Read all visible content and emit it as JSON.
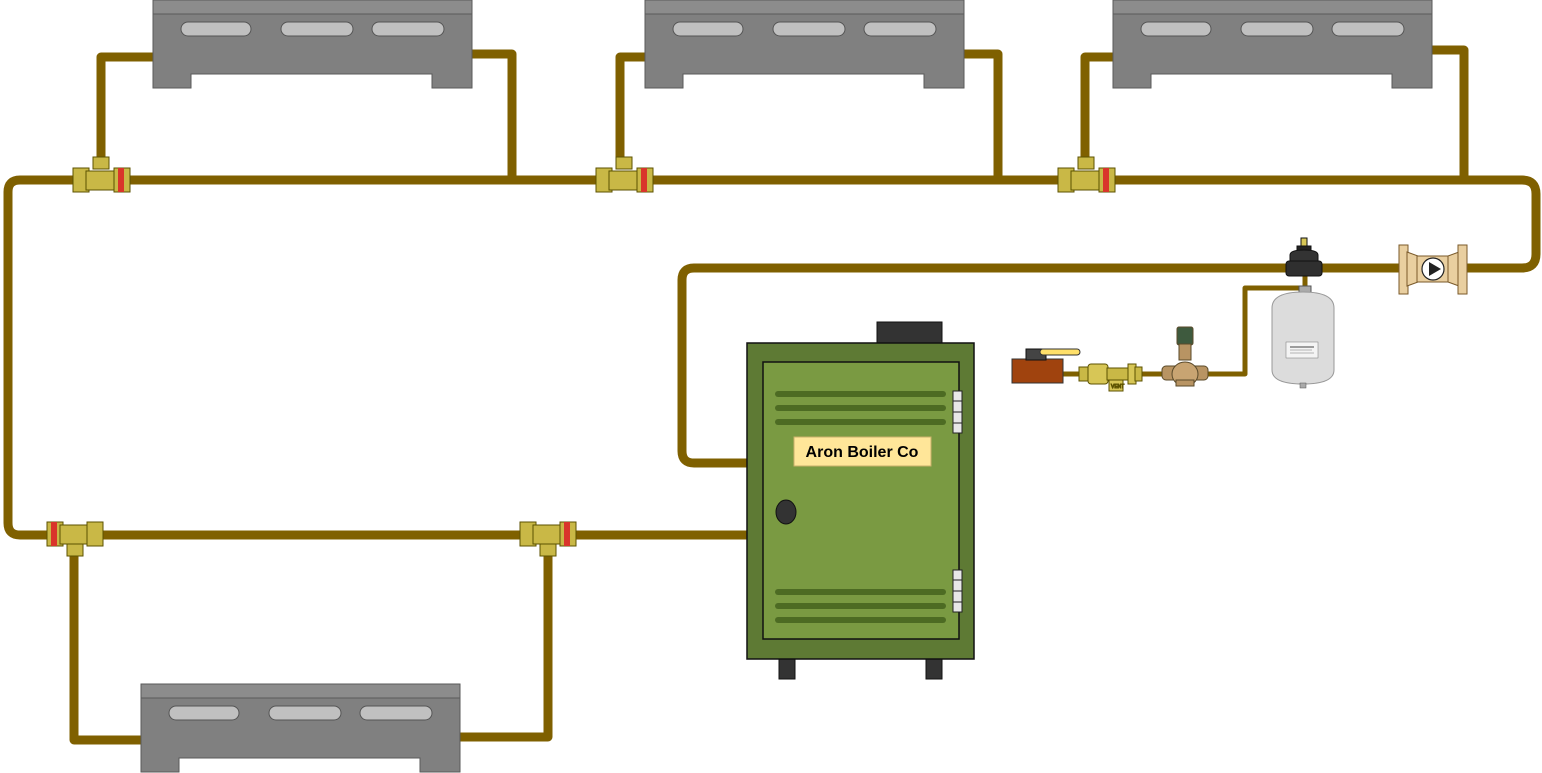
{
  "boiler": {
    "brand_label": "Aron Boiler Co"
  },
  "colors": {
    "pipe": "#7f6000",
    "baseboard_body": "#808080",
    "baseboard_top": "#8c8c8c",
    "baseboard_slot": "#c0c0c0",
    "valve_brass": "#c9b846",
    "valve_red_band": "#d9352b",
    "boiler_outer": "#5e7a34",
    "boiler_inner": "#7a9a42",
    "boiler_slat": "#4d6b23",
    "boiler_label_bg": "#ffe699",
    "dark_part": "#333333",
    "shutoff_block": "#a0430e",
    "pump_body": "#e9cfa0",
    "tank_body": "#dcdcdc"
  },
  "components": {
    "baseboards": [
      "baseboard-heater-1",
      "baseboard-heater-2",
      "baseboard-heater-3",
      "baseboard-heater-4"
    ],
    "diverter_tees": [
      "diverter-tee-1",
      "diverter-tee-2",
      "diverter-tee-3",
      "diverter-tee-4",
      "diverter-tee-5"
    ],
    "icons": {
      "circulator_pump": "pump-icon",
      "expansion_tank": "expansion-tank-icon",
      "air_vent": "air-vent-icon",
      "pressure_reducing_valve": "pressure-reducing-valve-icon",
      "backflow_preventer": "backflow-preventer-icon",
      "shutoff_valve": "shutoff-valve-icon"
    }
  }
}
